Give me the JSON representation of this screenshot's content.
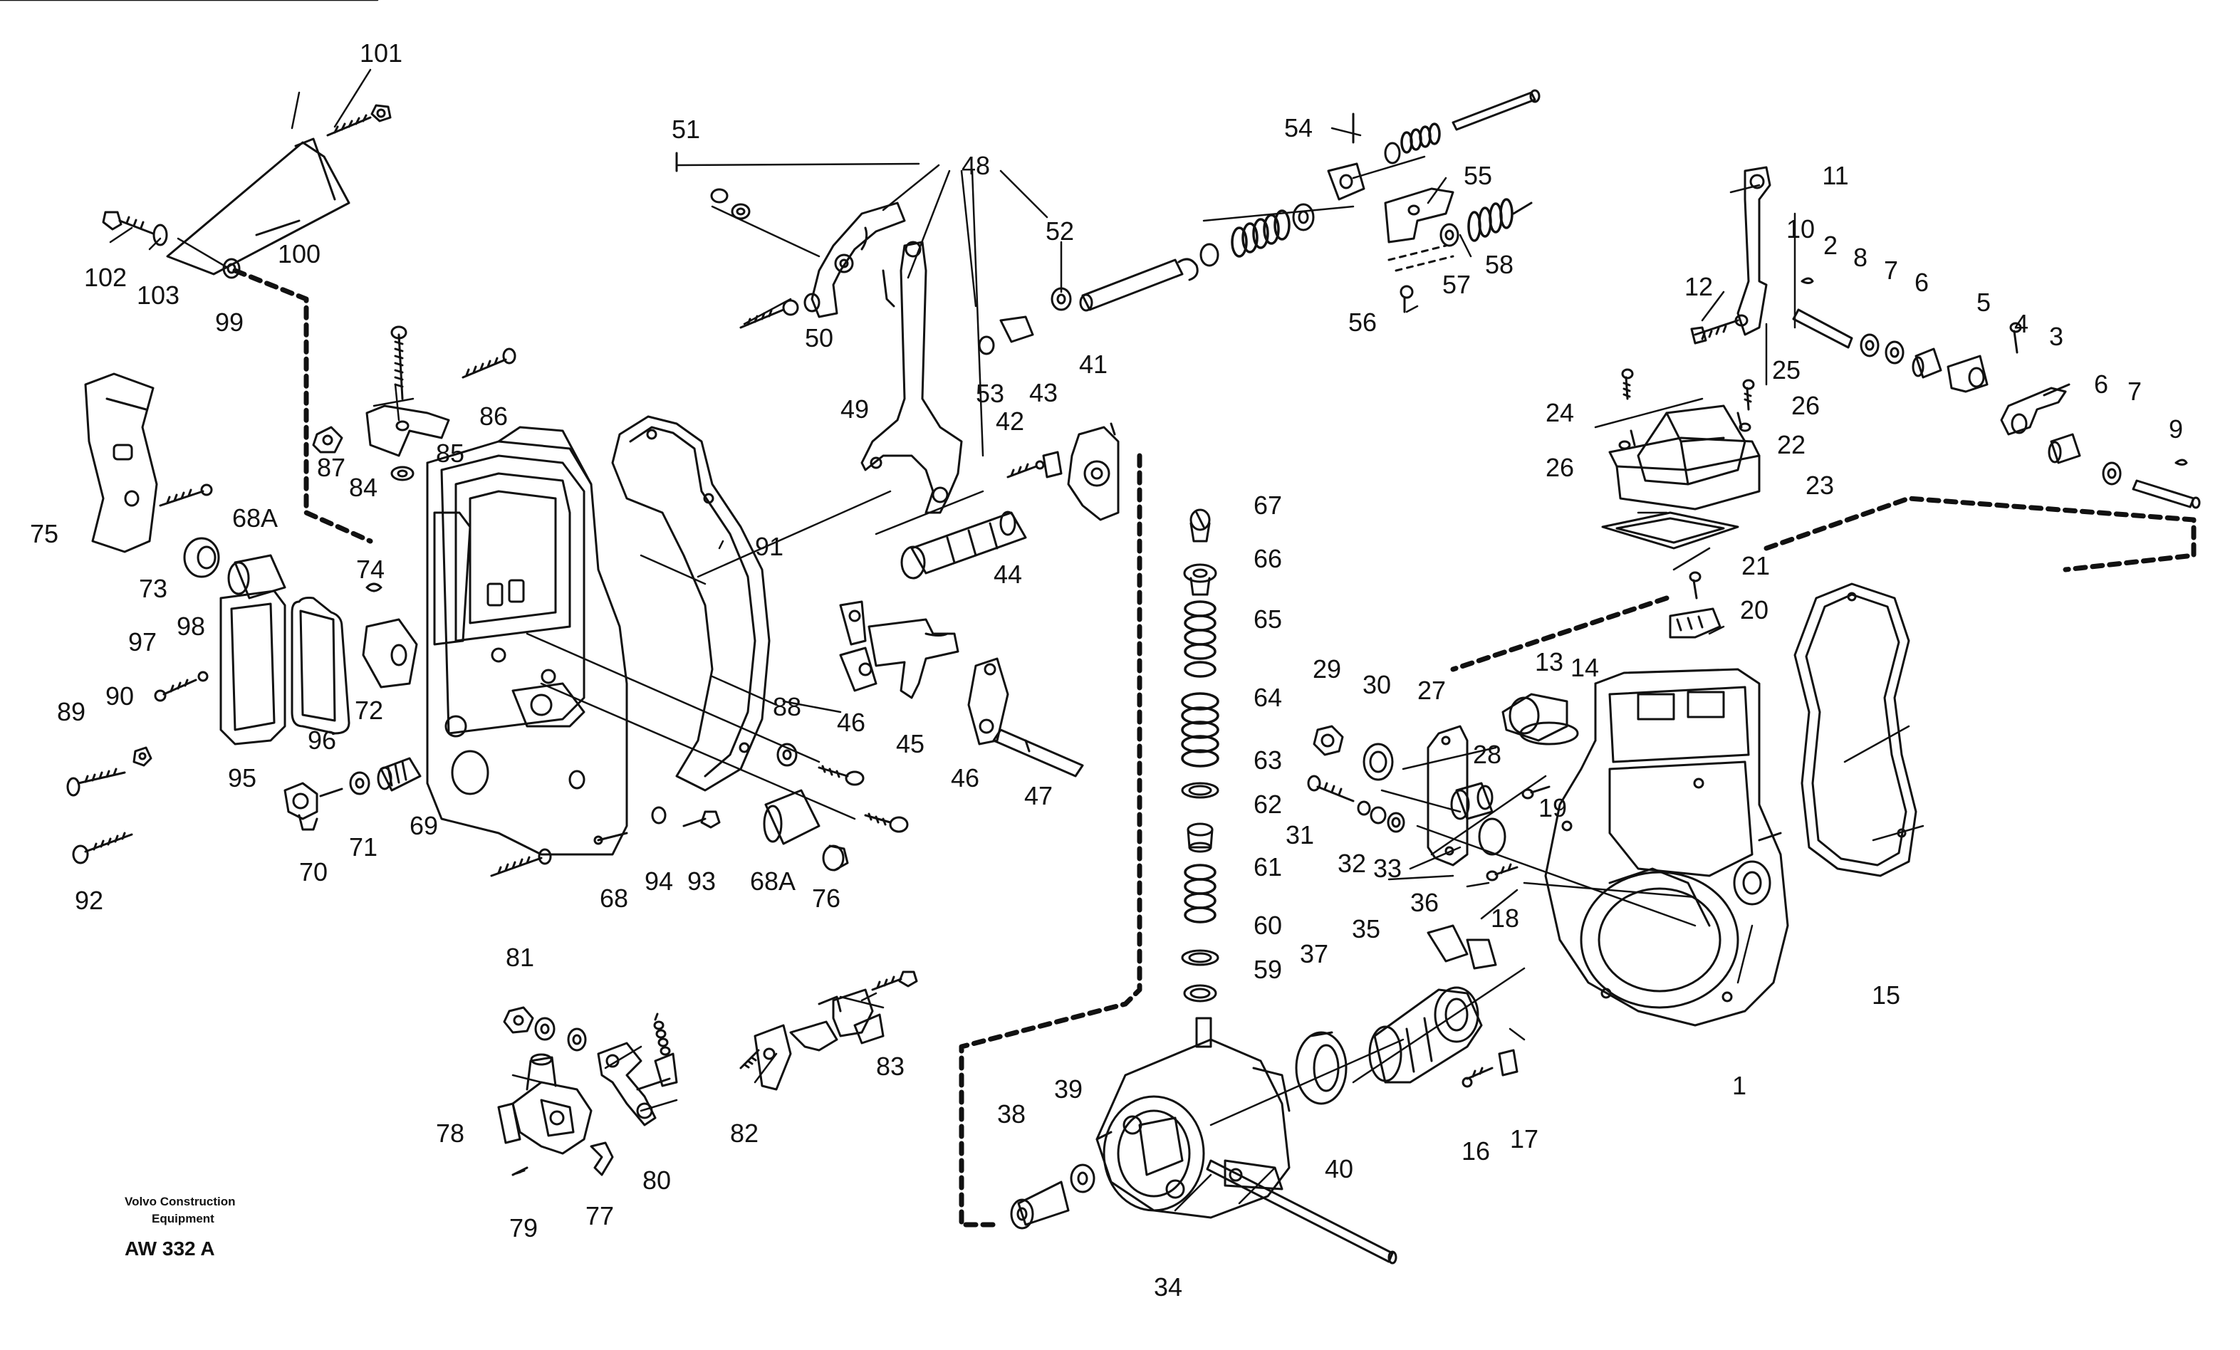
{
  "diagram": {
    "credit": {
      "line1": "Volvo Construction",
      "line2": "Equipment",
      "code": "AW 332 A"
    },
    "labels": {
      "l101": "101",
      "l102": "102",
      "l103": "103",
      "l100": "100",
      "l99": "99",
      "l51": "51",
      "l48": "48",
      "l52": "52",
      "l50": "50",
      "l53": "53",
      "l49": "49",
      "l54": "54",
      "l55": "55",
      "l56": "56",
      "l57": "57",
      "l58": "58",
      "l11": "11",
      "l10": "10",
      "l2": "2",
      "l8": "8",
      "l7a": "7",
      "l6a": "6",
      "l12": "12",
      "l5": "5",
      "l4": "4",
      "l3": "3",
      "l6b": "6",
      "l7b": "7",
      "l9": "9",
      "l24": "24",
      "l25": "25",
      "l26a": "26",
      "l26b": "26",
      "l22": "22",
      "l23": "23",
      "l21": "21",
      "l20": "20",
      "l13": "13",
      "l14": "14",
      "l19": "19",
      "l15": "15",
      "l1": "1",
      "l29": "29",
      "l30": "30",
      "l27": "27",
      "l28": "28",
      "l31": "31",
      "l32": "32",
      "l33": "33",
      "l18": "18",
      "l16": "16",
      "l17": "17",
      "l67": "67",
      "l66": "66",
      "l65": "65",
      "l64": "64",
      "l63": "63",
      "l62": "62",
      "l61": "61",
      "l60": "60",
      "l59": "59",
      "l37": "37",
      "l35": "35",
      "l36": "36",
      "l38": "38",
      "l39": "39",
      "l34": "34",
      "l40": "40",
      "l86": "86",
      "l85": "85",
      "l87": "87",
      "l84": "84",
      "l91": "91",
      "l74": "74",
      "l75": "75",
      "l73": "73",
      "l68A1": "68A",
      "l72": "72",
      "l97": "97",
      "l98": "98",
      "l96": "96",
      "l95": "95",
      "l89": "89",
      "l90": "90",
      "l92": "92",
      "l70": "70",
      "l71": "71",
      "l69": "69",
      "l68": "68",
      "l94": "94",
      "l93": "93",
      "l68A2": "68A",
      "l76": "76",
      "l88": "88",
      "l42": "42",
      "l43": "43",
      "l41": "41",
      "l44": "44",
      "l46a": "46",
      "l45": "45",
      "l46b": "46",
      "l47": "47",
      "l81": "81",
      "l78": "78",
      "l79": "79",
      "l77": "77",
      "l80": "80",
      "l82": "82",
      "l83": "83"
    }
  }
}
